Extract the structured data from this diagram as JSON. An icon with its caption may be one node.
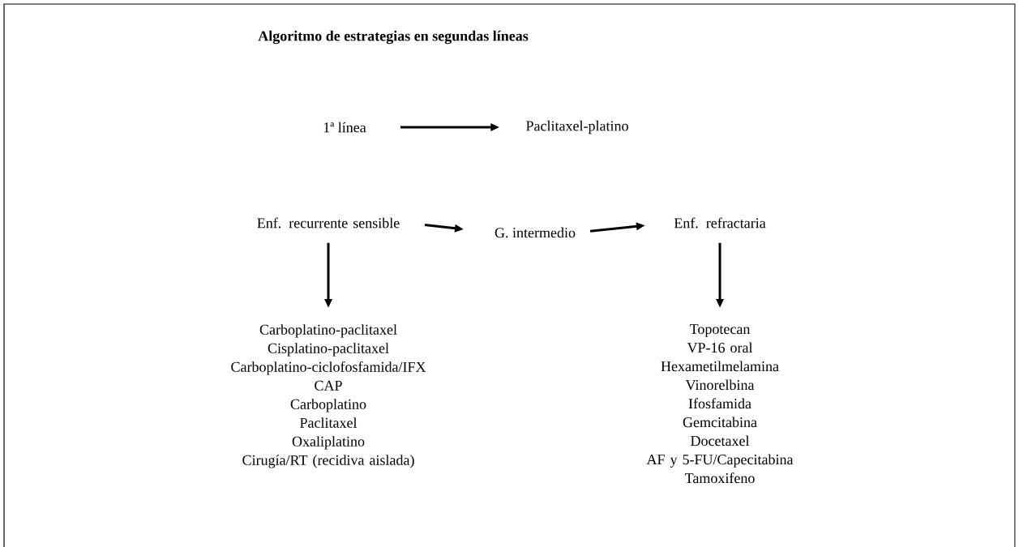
{
  "diagram": {
    "title": "Algoritmo de estrategias en segundas líneas",
    "nodes": [
      {
        "text": [
          "1ª línea"
        ]
      },
      {
        "text": [
          "Paclitaxel-platino"
        ]
      },
      {
        "text": [
          "Enf. recurrente sensible"
        ]
      },
      {
        "text": [
          "G. intermedio"
        ]
      },
      {
        "text": [
          "Enf. refractaria"
        ]
      },
      {
        "text": [
          "Carboplatino-paclitaxel",
          "Cisplatino-paclitaxel",
          "Carboplatino-ciclofosfamida/IFX",
          "CAP",
          "Carboplatino",
          "Paclitaxel",
          "Oxaliplatino",
          "Cirugía/RT (recidiva aislada)"
        ]
      },
      {
        "text": [
          "Topotecan",
          "VP-16 oral",
          "Hexametilmelamina",
          "Vinorelbina",
          "Ifosfamida",
          "Gemcitabina",
          "Docetaxel",
          "AF y 5-FU/Capecitabina",
          "Tamoxifeno"
        ]
      }
    ],
    "edges": [
      {
        "from": 0,
        "to": 1,
        "arrow": "to"
      },
      {
        "from": 2,
        "to": 3,
        "arrow": "to"
      },
      {
        "from": 3,
        "to": 4,
        "arrow": "to"
      },
      {
        "from": 2,
        "to": 5,
        "arrow": "to"
      },
      {
        "from": 4,
        "to": 6,
        "arrow": "to"
      }
    ]
  }
}
